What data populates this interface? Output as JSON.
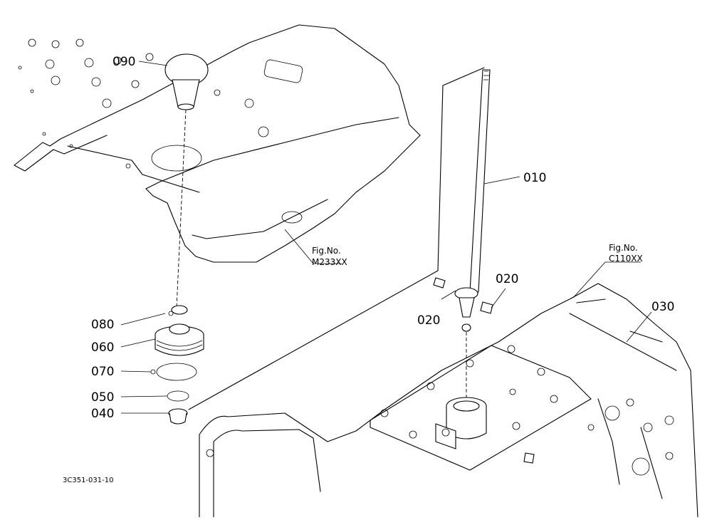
{
  "callouts": {
    "p010": "010",
    "p020a": "020",
    "p020b": "020",
    "p030": "030",
    "p040": "040",
    "p050": "050",
    "p060": "060",
    "p070": "070",
    "p080": "080",
    "p090": "090"
  },
  "figure_refs": {
    "m233_fig": "Fig.No.",
    "m233_code": "M233XX",
    "c110_fig": "Fig.No.",
    "c110_code": "C110XX"
  },
  "drawing_number": "3C351-031-10"
}
